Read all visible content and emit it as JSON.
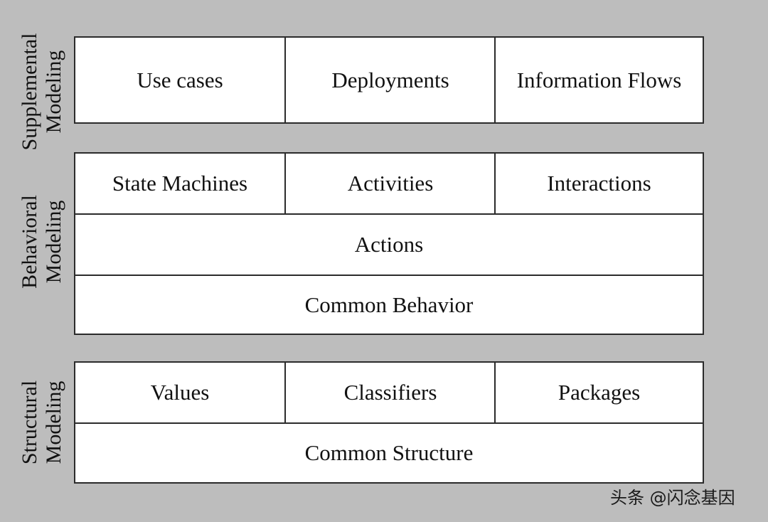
{
  "supplemental": {
    "label_line1": "Supplemental",
    "label_line2": "Modeling",
    "cells": [
      "Use cases",
      "Deployments",
      "Information Flows"
    ]
  },
  "behavioral": {
    "label_line1": "Behavioral",
    "label_line2": "Modeling",
    "top_cells": [
      "State Machines",
      "Activities",
      "Interactions"
    ],
    "actions": "Actions",
    "common": "Common Behavior"
  },
  "structural": {
    "label_line1": "Structural",
    "label_line2": "Modeling",
    "top_cells": [
      "Values",
      "Classifiers",
      "Packages"
    ],
    "common": "Common Structure"
  },
  "watermark": "头条 @闪念基因",
  "colors": {
    "background": "#bdbdbd",
    "box_fill": "#ffffff",
    "border": "#2b2b2b"
  }
}
